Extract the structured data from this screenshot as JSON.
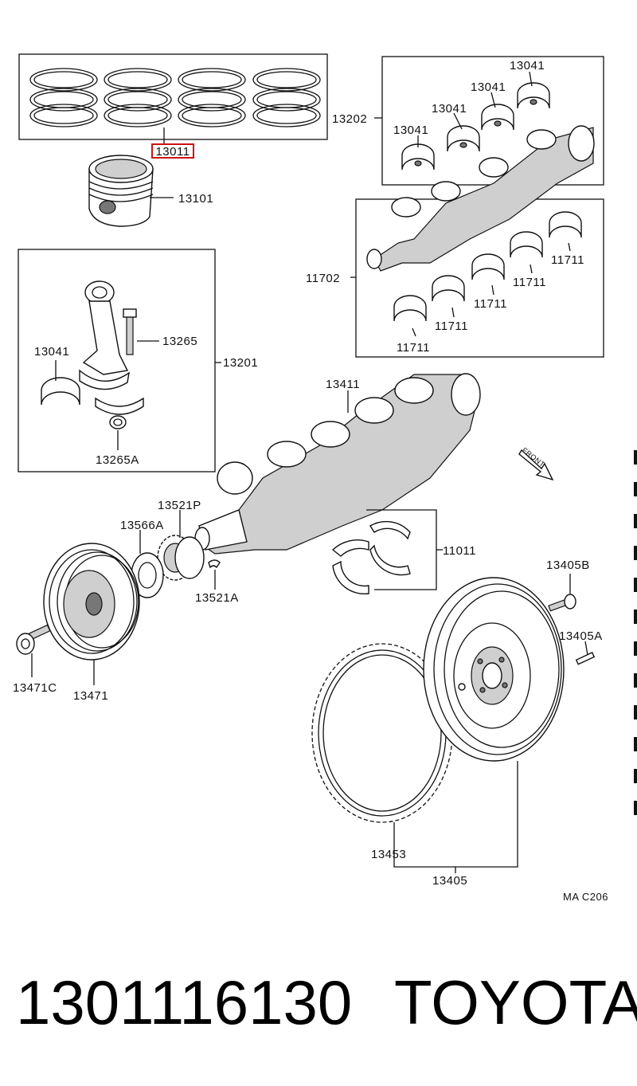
{
  "colors": {
    "line": "#111111",
    "highlight": "#cc1111",
    "background": "#ffffff"
  },
  "labels": {
    "p13011": "13011",
    "p13101": "13101",
    "p13202": "13202",
    "p13041_a": "13041",
    "p13041_b": "13041",
    "p13041_c": "13041",
    "p13041_d": "13041",
    "p11702": "11702",
    "p11711_a": "11711",
    "p11711_b": "11711",
    "p11711_c": "11711",
    "p11711_d": "11711",
    "p11711_e": "11711",
    "p13041_rod": "13041",
    "p13265": "13265",
    "p13201": "13201",
    "p13265a": "13265A",
    "p13411": "13411",
    "p13521p": "13521P",
    "p13566a": "13566A",
    "p13521a": "13521A",
    "p11011": "11011",
    "p13405b": "13405B",
    "p13405a": "13405A",
    "p13471c": "13471C",
    "p13471": "13471",
    "p13453": "13453",
    "p13405": "13405",
    "front": "FRONT",
    "code": "MA C206"
  },
  "footer": {
    "part_number": "1301116130",
    "brand": "TOYOTA"
  },
  "highlighted_part": "13011"
}
